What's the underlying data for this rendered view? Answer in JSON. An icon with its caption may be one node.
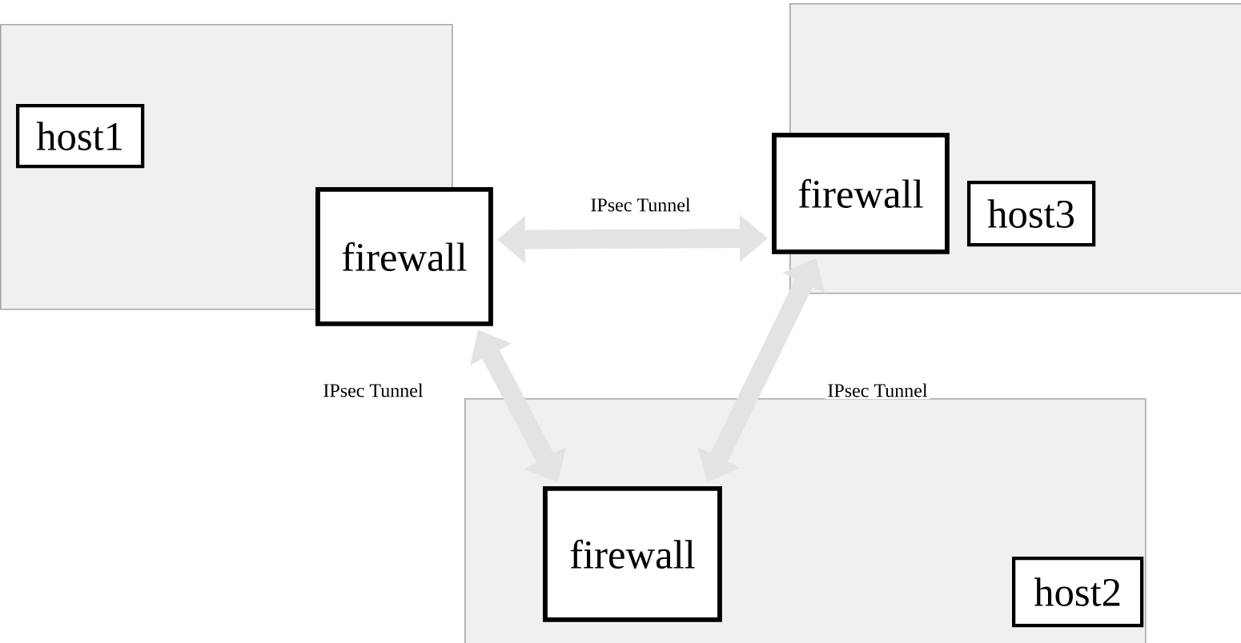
{
  "diagram": {
    "nodes": [
      {
        "text": [],
        "shape": "box"
      },
      {
        "text": [
          "host1"
        ],
        "in": 0
      },
      {
        "text": [
          "firewall"
        ]
      },
      {
        "text": [],
        "shape": "box"
      },
      {
        "text": [
          "firewall"
        ]
      },
      {
        "text": [
          "host3"
        ],
        "in": 3
      },
      {
        "text": [],
        "shape": "box"
      },
      {
        "text": [
          "firewall"
        ],
        "in": 6
      },
      {
        "text": [
          "host2"
        ],
        "in": 6
      }
    ],
    "edges": [
      {
        "from": 2,
        "to": 4,
        "arrow": "both",
        "label": "IPsec Tunnel"
      },
      {
        "from": 2,
        "to": 7,
        "arrow": "both",
        "label": "IPsec Tunnel"
      },
      {
        "from": 4,
        "to": 7,
        "arrow": "both",
        "label": "IPsec Tunnel"
      }
    ]
  }
}
